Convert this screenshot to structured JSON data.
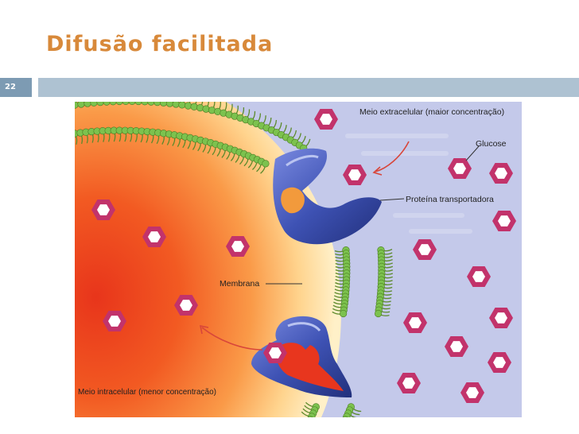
{
  "slide": {
    "title": "Difusão facilitada",
    "number": "22"
  },
  "diagram": {
    "labels": {
      "extracellular": "Meio extracelular (maior concentração)",
      "glucose": "Glucose",
      "transporter": "Proteína transportadora",
      "membrane": "Membrana",
      "intracellular": "Meio intracelular (menor concentração)"
    },
    "colors": {
      "extracellular_bg": "#c3c9e9",
      "cytoplasm_core": "#ee4a1e",
      "cytoplasm_edge": "#ffe8b4",
      "lipid_head": "#7cc24e",
      "lipid_tail": "#5c8a2c",
      "protein": "#3c4fa8",
      "glucose": "#c2336b"
    }
  }
}
